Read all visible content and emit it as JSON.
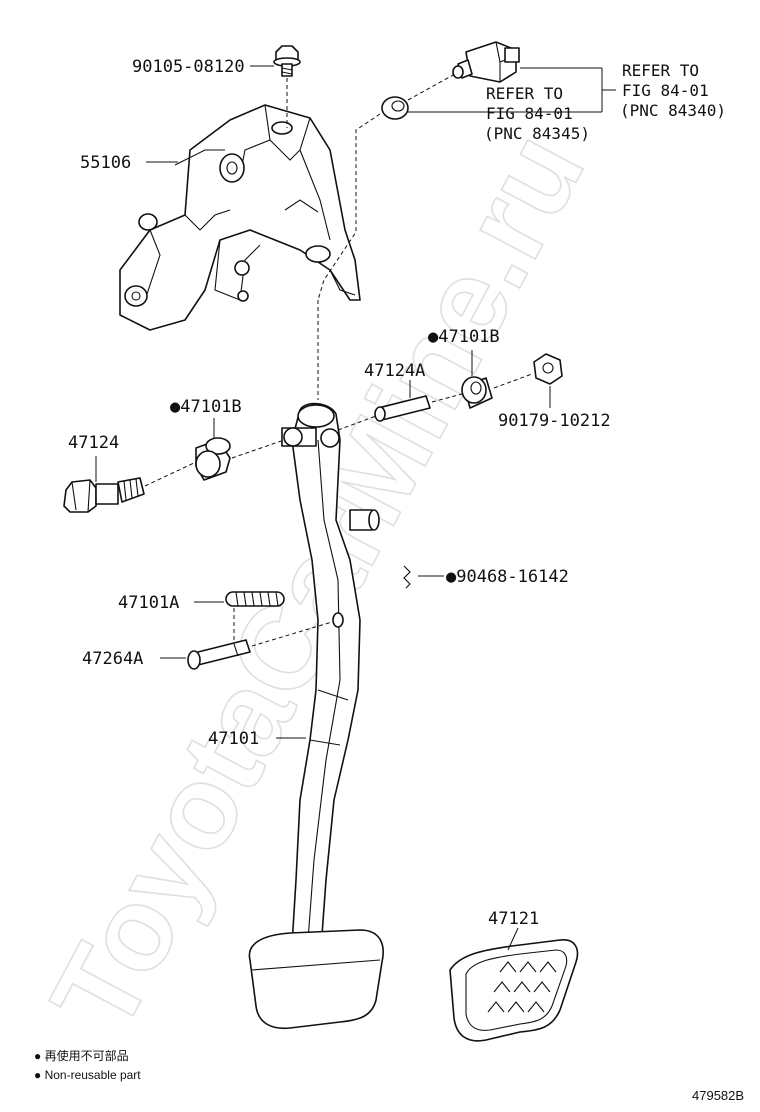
{
  "watermark": "ToyotaCarMine.ru",
  "figure_number": "479582B",
  "labels": {
    "bolt_top": "90105-08120",
    "bracket": "55106",
    "bushing_right": "●47101B",
    "collar": "47124A",
    "nut": "90179-10212",
    "bushing_left": "●47101B",
    "pivot_bolt": "47124",
    "clip": "●90468-16142",
    "spring": "47101A",
    "pin": "47264A",
    "pedal_arm": "47101",
    "pedal_pad": "47121"
  },
  "refer_switch": {
    "line1": "REFER TO",
    "line2": "FIG 84-01",
    "line3": "(PNC 84340)"
  },
  "refer_cushion": {
    "line1": "REFER TO",
    "line2": "FIG 84-01",
    "line3": "(PNC 84345)"
  },
  "legend": {
    "line_jp": "● 再使用不可部品",
    "line_en": "● Non-reusable part"
  }
}
